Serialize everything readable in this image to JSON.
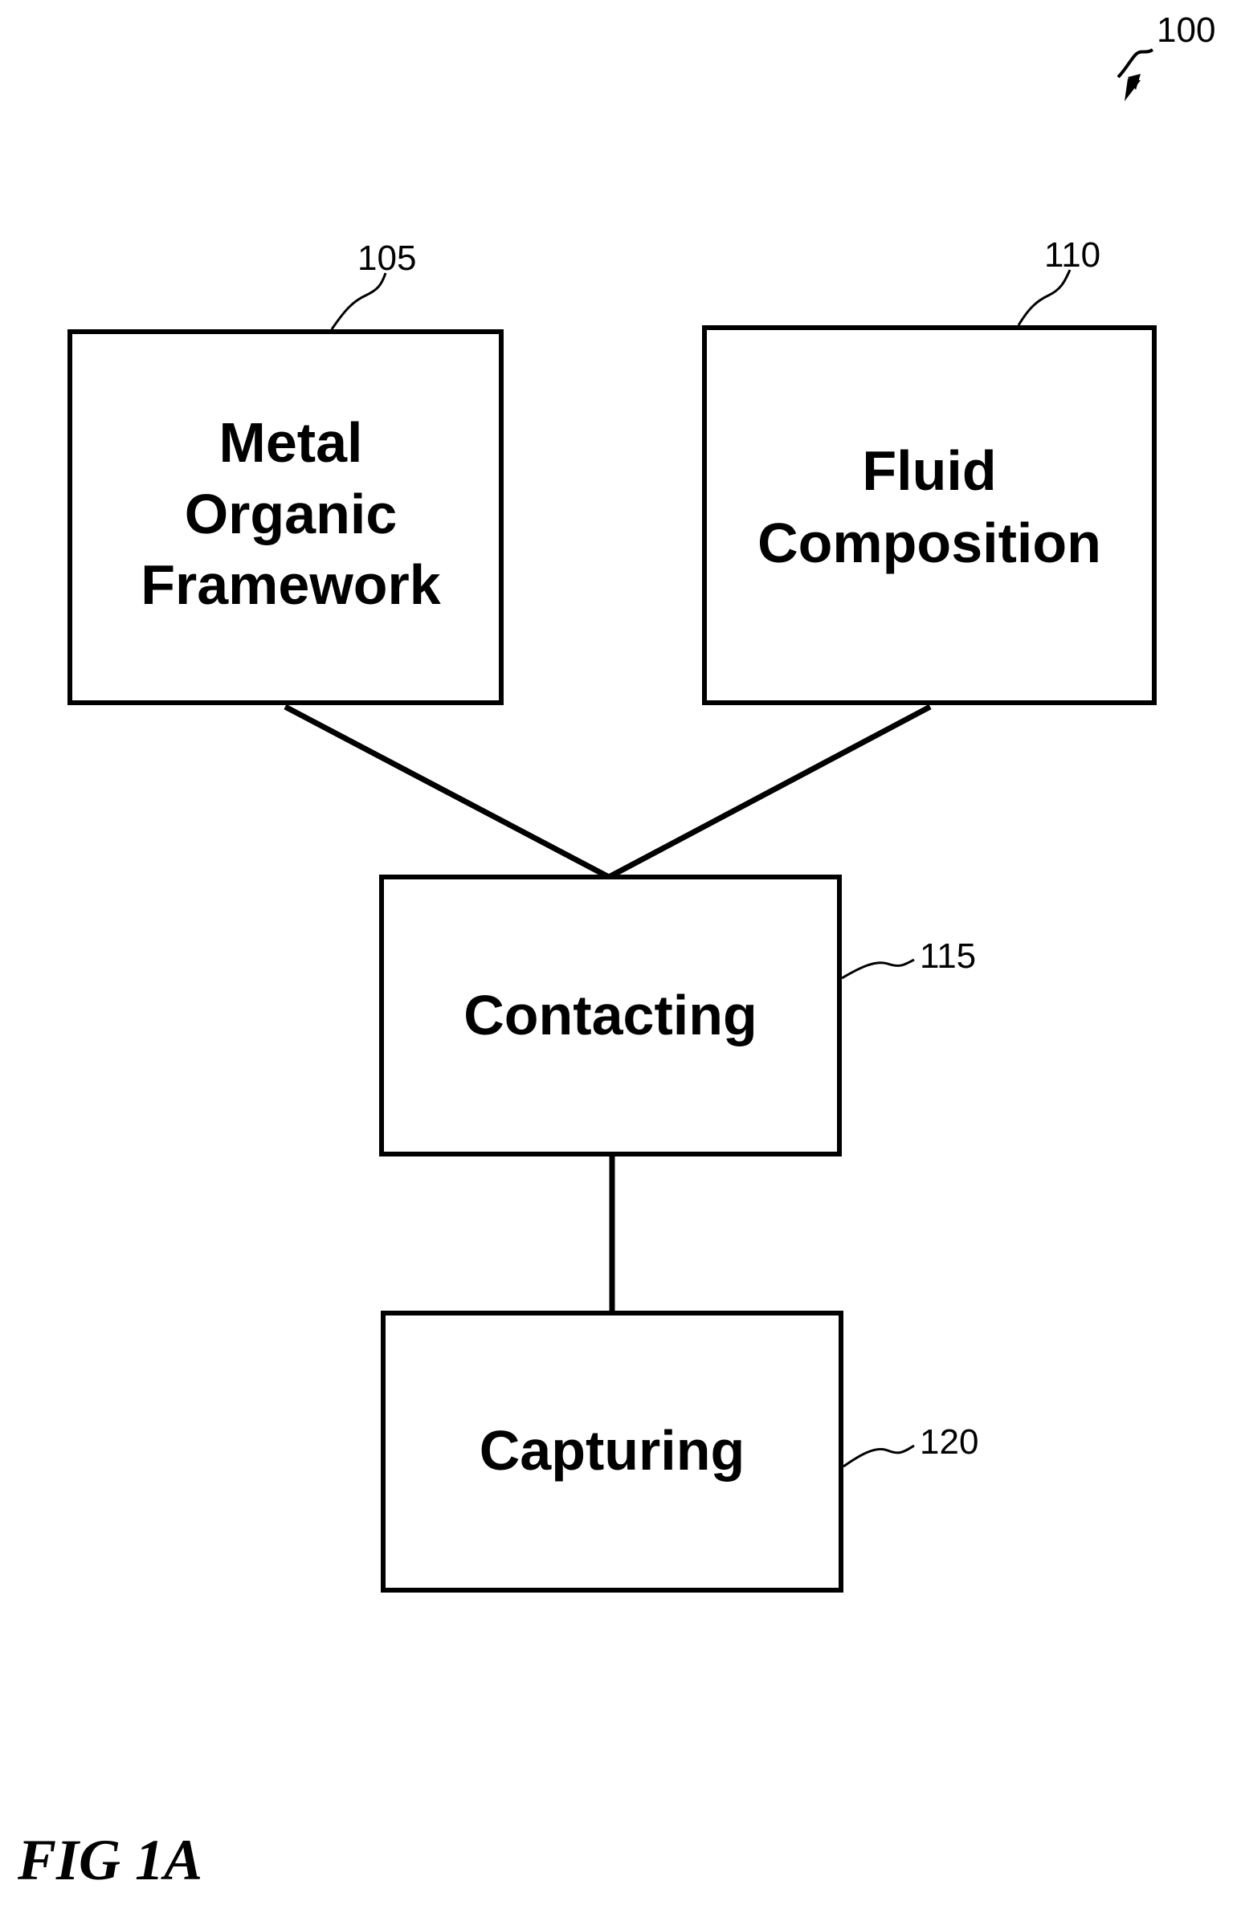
{
  "diagram": {
    "figure_ref": "100",
    "nodes": {
      "mof": {
        "ref": "105",
        "lines": [
          "Metal",
          "Organic",
          "Framework"
        ]
      },
      "fluid": {
        "ref": "110",
        "lines": [
          "Fluid",
          "Composition"
        ]
      },
      "contacting": {
        "ref": "115",
        "label": "Contacting"
      },
      "capturing": {
        "ref": "120",
        "label": "Capturing"
      }
    },
    "caption": "FIG 1A"
  }
}
